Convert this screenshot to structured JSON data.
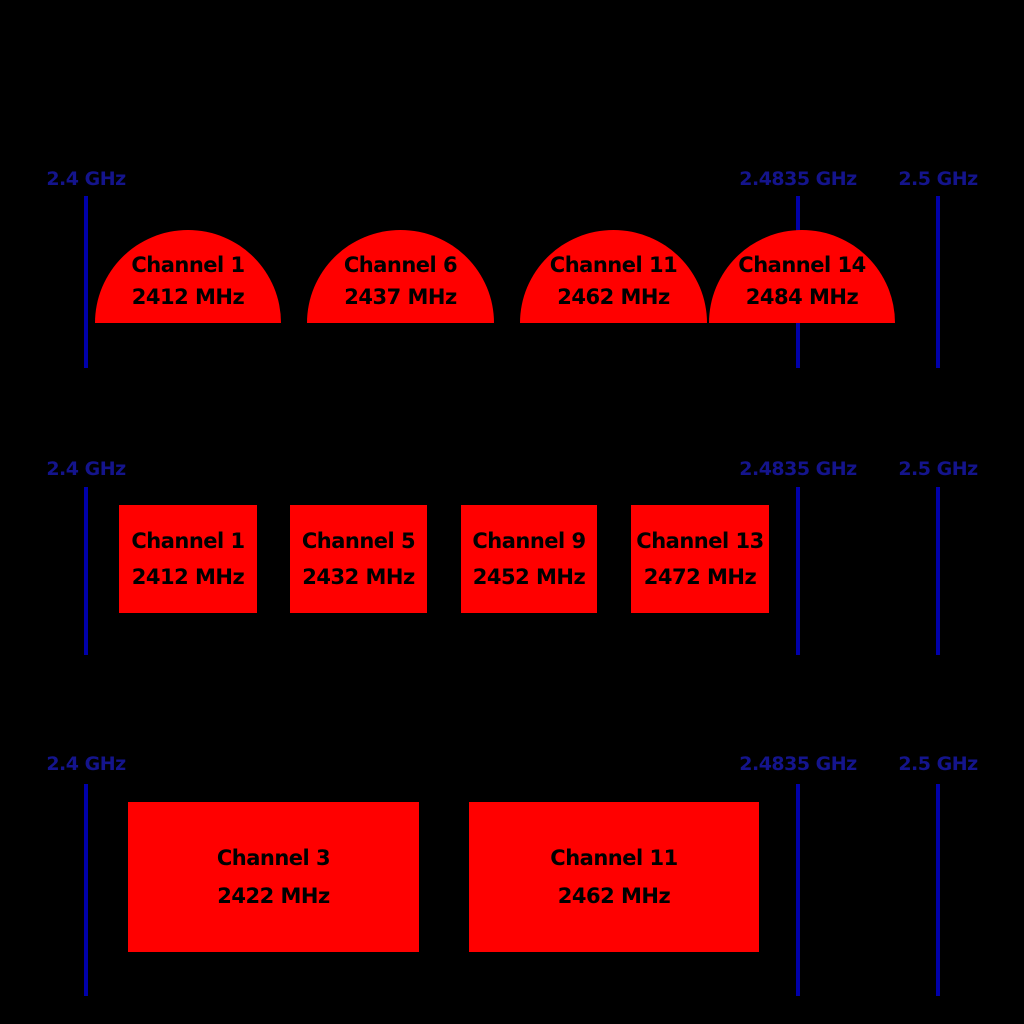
{
  "colors": {
    "background": "#000000",
    "channel_fill": "#ff0000",
    "channel_text": "#000000",
    "marker_line": "#0000aa",
    "marker_label": "#14148c"
  },
  "frequency_markers": [
    {
      "label": "2.4 GHz"
    },
    {
      "label": "2.4835 GHz"
    },
    {
      "label": "2.5 GHz"
    }
  ],
  "rows": [
    {
      "shape": "dome",
      "channels": [
        {
          "name": "Channel 1",
          "freq": "2412 MHz"
        },
        {
          "name": "Channel 6",
          "freq": "2437 MHz"
        },
        {
          "name": "Channel 11",
          "freq": "2462 MHz"
        },
        {
          "name": "Channel 14",
          "freq": "2484 MHz"
        }
      ]
    },
    {
      "shape": "rect",
      "channels": [
        {
          "name": "Channel 1",
          "freq": "2412 MHz"
        },
        {
          "name": "Channel 5",
          "freq": "2432 MHz"
        },
        {
          "name": "Channel 9",
          "freq": "2452 MHz"
        },
        {
          "name": "Channel 13",
          "freq": "2472 MHz"
        }
      ]
    },
    {
      "shape": "rect-wide",
      "channels": [
        {
          "name": "Channel 3",
          "freq": "2422 MHz"
        },
        {
          "name": "Channel 11",
          "freq": "2462 MHz"
        }
      ]
    }
  ]
}
